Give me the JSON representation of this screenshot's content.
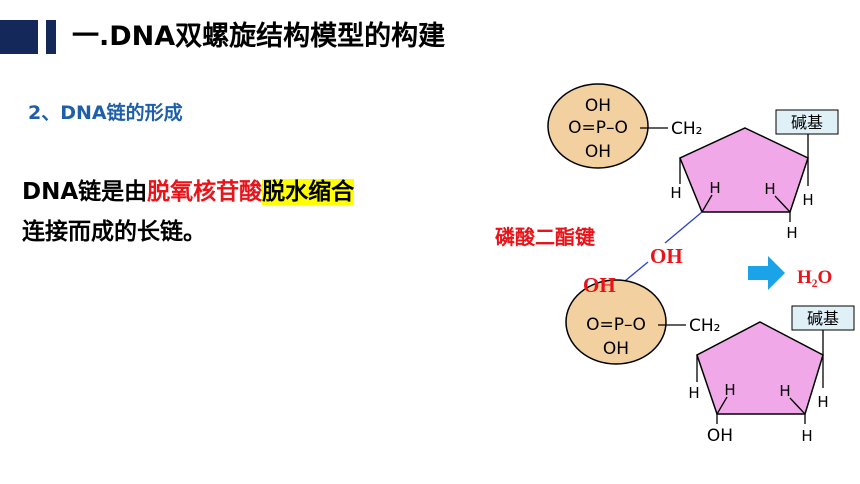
{
  "header": {
    "title": "一.DNA双螺旋结构模型的构建"
  },
  "section": {
    "subtitle": "2、DNA链的形成"
  },
  "content": {
    "line1_prefix": "DNA链是由",
    "line1_red": "脱氧核苷酸",
    "line1_highlight": "脱水缩合",
    "line2": "连接而成的长链。"
  },
  "diagram": {
    "bond_label": "磷酸二酯键",
    "base_label": "碱基",
    "water_label": "H₂O",
    "phosphate": {
      "top": "OH",
      "middle": "O=P–O",
      "bottom": "OH"
    },
    "ch2": "CH₂",
    "h": "H",
    "oh_top_removed": "OH",
    "oh_bottom_removed": "OH",
    "sugar_bottom_oh": "OH",
    "colors": {
      "phosphate_fill": "#f2d0a0",
      "sugar_fill": "#f0a8e8",
      "base_box_fill": "#dff0f7",
      "arrow": "#1aa3e8",
      "bond_line": "#2a3fd0",
      "emphasis_red": "#e8141a",
      "header_bar": "#14285a"
    }
  }
}
